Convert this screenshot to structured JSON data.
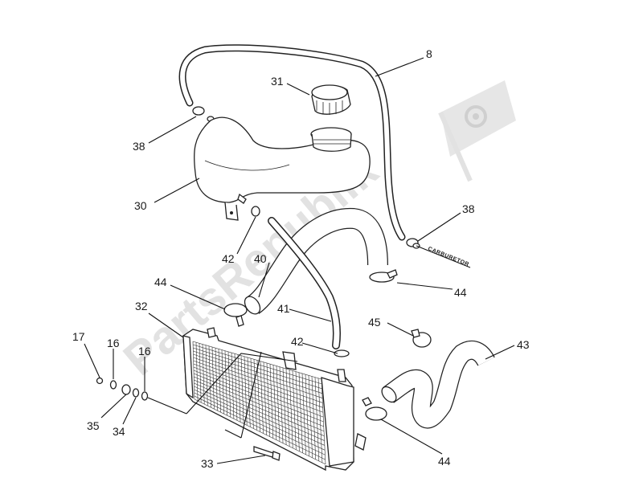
{
  "watermark": {
    "text": "PartsRepublik"
  },
  "annotations": {
    "carburetor": "CARBURETOR"
  },
  "callouts": [
    {
      "id": "c8",
      "label": "8"
    },
    {
      "id": "c31",
      "label": "31"
    },
    {
      "id": "c38a",
      "label": "38"
    },
    {
      "id": "c38b",
      "label": "38"
    },
    {
      "id": "c30",
      "label": "30"
    },
    {
      "id": "c42a",
      "label": "42"
    },
    {
      "id": "c40",
      "label": "40"
    },
    {
      "id": "c44a",
      "label": "44"
    },
    {
      "id": "c44b",
      "label": "44"
    },
    {
      "id": "c32",
      "label": "32"
    },
    {
      "id": "c41",
      "label": "41"
    },
    {
      "id": "c45",
      "label": "45"
    },
    {
      "id": "c43",
      "label": "43"
    },
    {
      "id": "c17",
      "label": "17"
    },
    {
      "id": "c16a",
      "label": "16"
    },
    {
      "id": "c16b",
      "label": "16"
    },
    {
      "id": "c42b",
      "label": "42"
    },
    {
      "id": "c35",
      "label": "35"
    },
    {
      "id": "c34",
      "label": "34"
    },
    {
      "id": "c44c",
      "label": "44"
    },
    {
      "id": "c33",
      "label": "33"
    }
  ]
}
